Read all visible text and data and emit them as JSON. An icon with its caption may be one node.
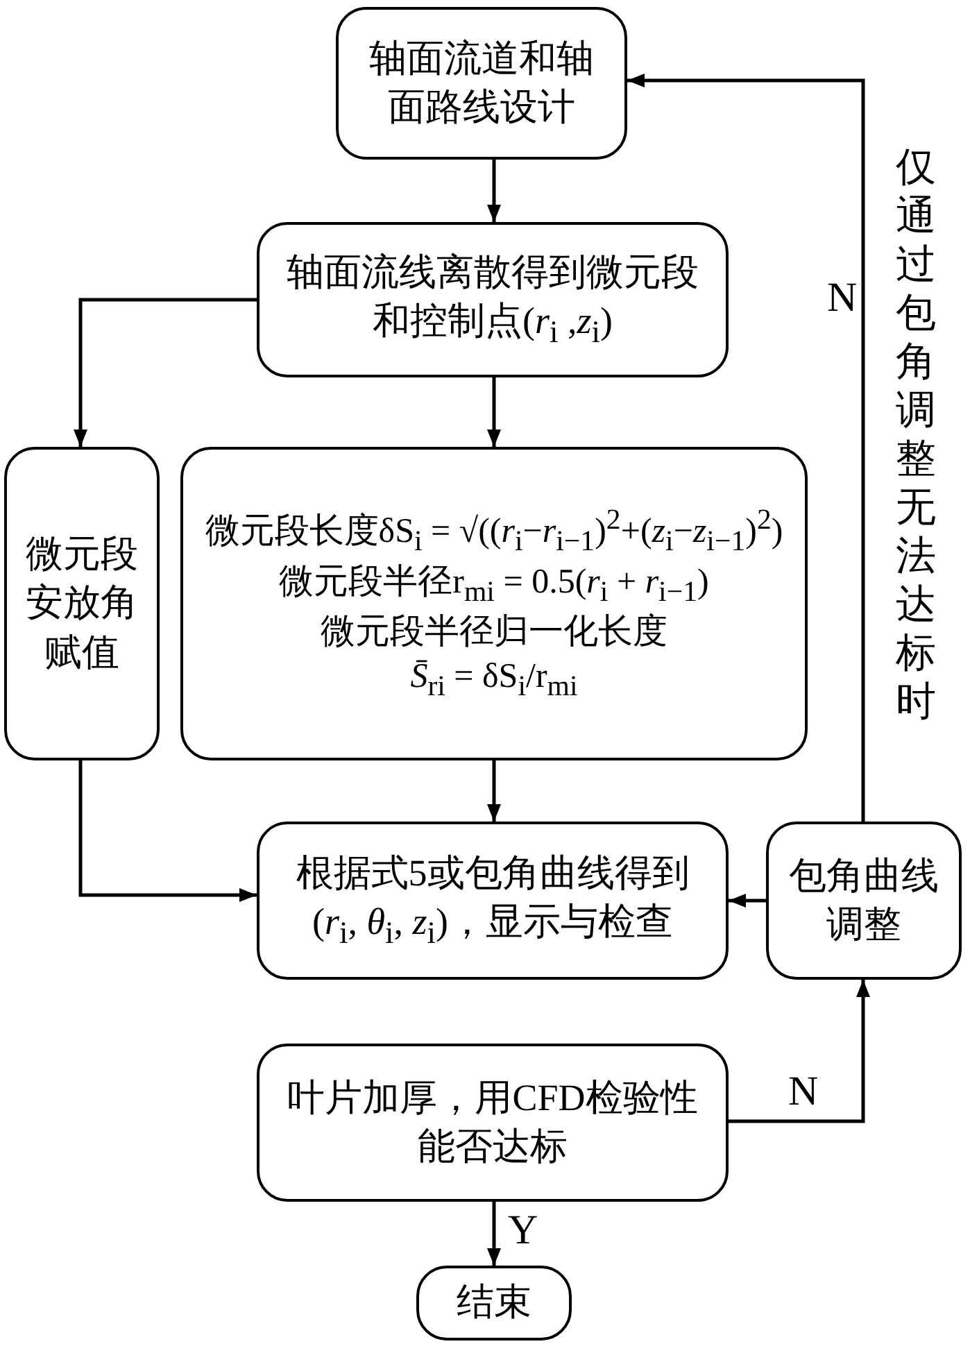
{
  "diagram": {
    "nodes": [
      {
        "text": [
          "轴面流道和轴面路线设计"
        ]
      },
      {
        "text": [
          "轴面流线离散得到微元段和控制点(*r*$_{i}$ ,*z*$_{i}$)"
        ]
      },
      {
        "text": [
          "微元段安放角赋值"
        ]
      },
      {
        "text": [
          "微元段长度δS$_{i}$ = √((*r*$_{i}$−*r*$_{i−1}$)$^{2}$+(*z*$_{i}$−*z*$_{i−1}$)$^{2}$)",
          "微元段半径r$_{mi}$ = 0.5(*r*$_{i}$ + *r*$_{i−1}$)",
          "微元段半径归一化长度",
          "*S̄*$_{ri}$ = δS$_{i}$/r$_{mi}$"
        ]
      },
      {
        "text": [
          "根据式5或包角曲线得到(*r*$_{i}$, *θ*$_{i}$, *z*$_{i}$)，显示与检查"
        ]
      },
      {
        "text": [
          "包角曲线调整"
        ]
      },
      {
        "text": [
          "叶片加厚，用CFD检验性能否达标"
        ]
      },
      {
        "text": [
          "结束"
        ]
      }
    ],
    "edges": [
      {
        "from": 0,
        "to": 1,
        "arrow": "to"
      },
      {
        "from": 1,
        "to": 2,
        "arrow": "to"
      },
      {
        "from": 1,
        "to": 3,
        "arrow": "to"
      },
      {
        "from": 2,
        "to": 4,
        "arrow": "to"
      },
      {
        "from": 3,
        "to": 4,
        "arrow": "to"
      },
      {
        "from": 5,
        "to": 4,
        "arrow": "to"
      },
      {
        "from": 6,
        "to": 5,
        "arrow": "to",
        "label": "N"
      },
      {
        "from": 6,
        "to": 7,
        "arrow": "to",
        "label": "Y"
      },
      {
        "from": 5,
        "to": 0,
        "arrow": "to",
        "label": "N"
      }
    ],
    "labels": [
      "仅通过包角调整无法达标时"
    ]
  }
}
